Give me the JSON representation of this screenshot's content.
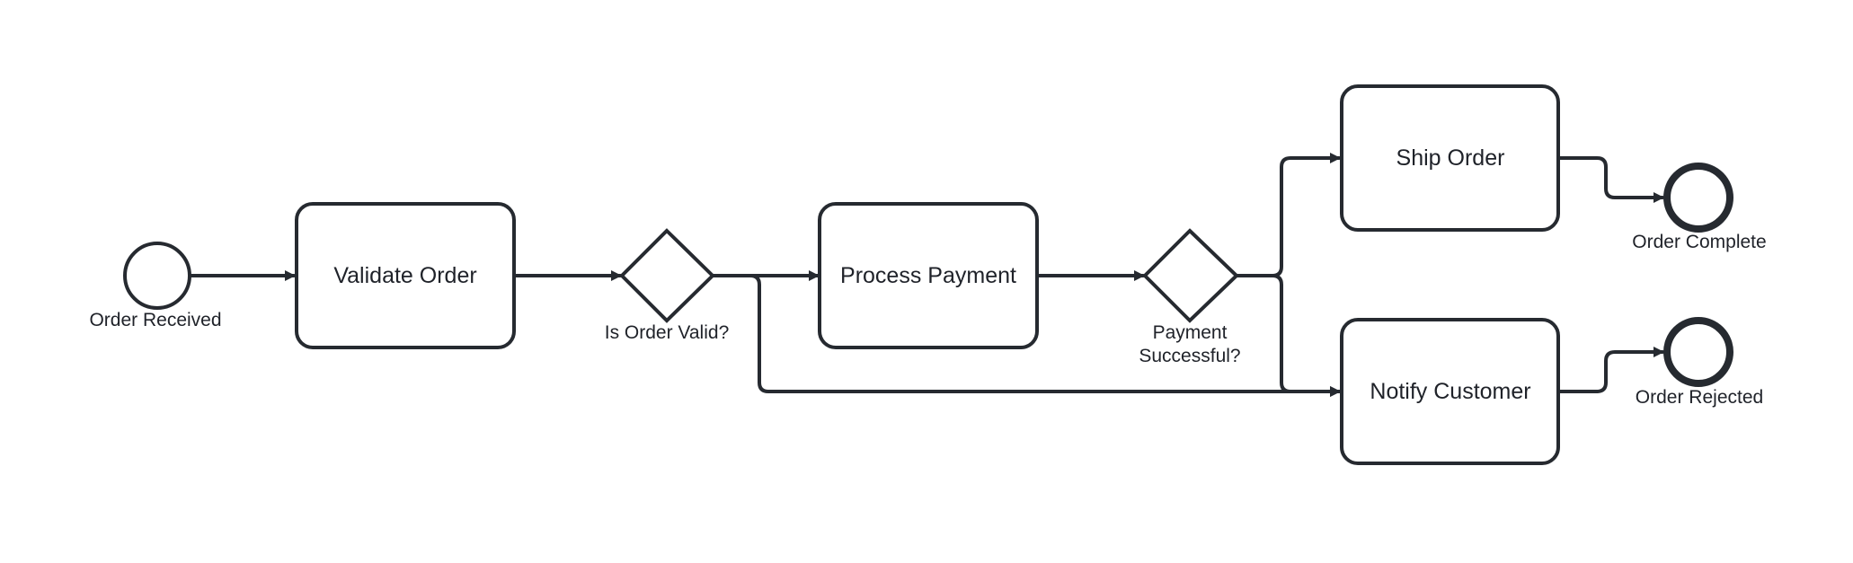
{
  "diagram": {
    "events": {
      "start": {
        "label": "Order Received"
      },
      "end_complete": {
        "label": "Order Complete"
      },
      "end_rejected": {
        "label": "Order Rejected"
      }
    },
    "tasks": {
      "validate": {
        "label": "Validate Order"
      },
      "payment": {
        "label": "Process Payment"
      },
      "ship": {
        "label": "Ship Order"
      },
      "notify": {
        "label": "Notify Customer"
      }
    },
    "gateways": {
      "valid": {
        "label": "Is Order Valid?"
      },
      "payment_ok": {
        "label_line1": "Payment",
        "label_line2": "Successful?"
      }
    },
    "colors": {
      "stroke": "#262a30",
      "fill": "#ffffff",
      "text": "#1f2229"
    }
  }
}
